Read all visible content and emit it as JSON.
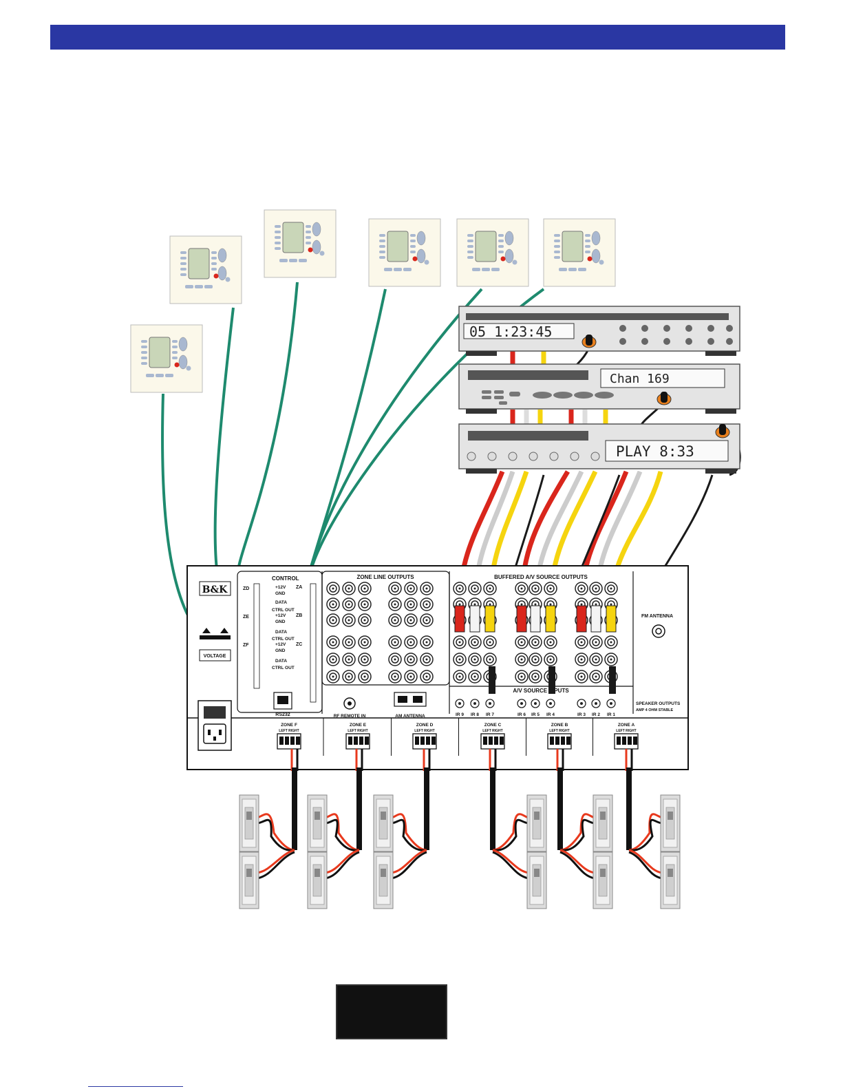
{
  "header": {
    "bar_color": "#2a37a3"
  },
  "keypads": {
    "count": 6,
    "icon": "wall-keypad-icon"
  },
  "sources": {
    "cd_player": {
      "display": "05 1:23:45"
    },
    "tuner": {
      "display": "Chan 169"
    },
    "dvd_player": {
      "display": "PLAY 8:33"
    }
  },
  "receiver": {
    "brand": "B&K",
    "control_title": "CONTROL",
    "zone_line_outputs": "ZONE LINE OUTPUTS",
    "buffered_outputs": "BUFFERED A/V SOURCE OUTPUTS",
    "av_source_inputs": "A/V SOURCE INPUTS",
    "fm_antenna": "FM ANTENNA",
    "voltage": "VOLTAGE",
    "rs232": "RS232",
    "rf_remote_in": "RF REMOTE IN",
    "am_antenna": "AM ANTENNA",
    "speaker_outputs_1": "SPEAKER OUTPUTS",
    "speaker_outputs_2": "AMP 4 OHM STABLE",
    "control_groups": [
      {
        "zone": "ZD",
        "zone_right": "ZA",
        "lines": [
          "+12V",
          "GND",
          "DATA",
          "CTRL OUT"
        ]
      },
      {
        "zone": "ZE",
        "zone_right": "ZB",
        "lines": [
          "+12V",
          "GND",
          "DATA",
          "CTRL OUT"
        ]
      },
      {
        "zone": "ZF",
        "zone_right": "ZC",
        "lines": [
          "+12V",
          "GND",
          "DATA",
          "CTRL OUT"
        ]
      }
    ],
    "ir_labels": [
      "IR 9",
      "IR 8",
      "IR 7",
      "IR 6",
      "IR 5",
      "IR 4",
      "IR 3",
      "IR 2",
      "IR 1"
    ],
    "zone_outputs": [
      "ZONE F",
      "ZONE E",
      "ZONE D",
      "ZONE C",
      "ZONE B",
      "ZONE A"
    ],
    "left_right": "LEFT RIGHT"
  },
  "colors": {
    "cable_green": "#1e8a6e",
    "rca_red": "#d9261c",
    "rca_white": "#ffffff",
    "rca_yellow": "#f5d40f",
    "ir_black": "#1a1a1a",
    "speaker_red": "#e8391d"
  }
}
